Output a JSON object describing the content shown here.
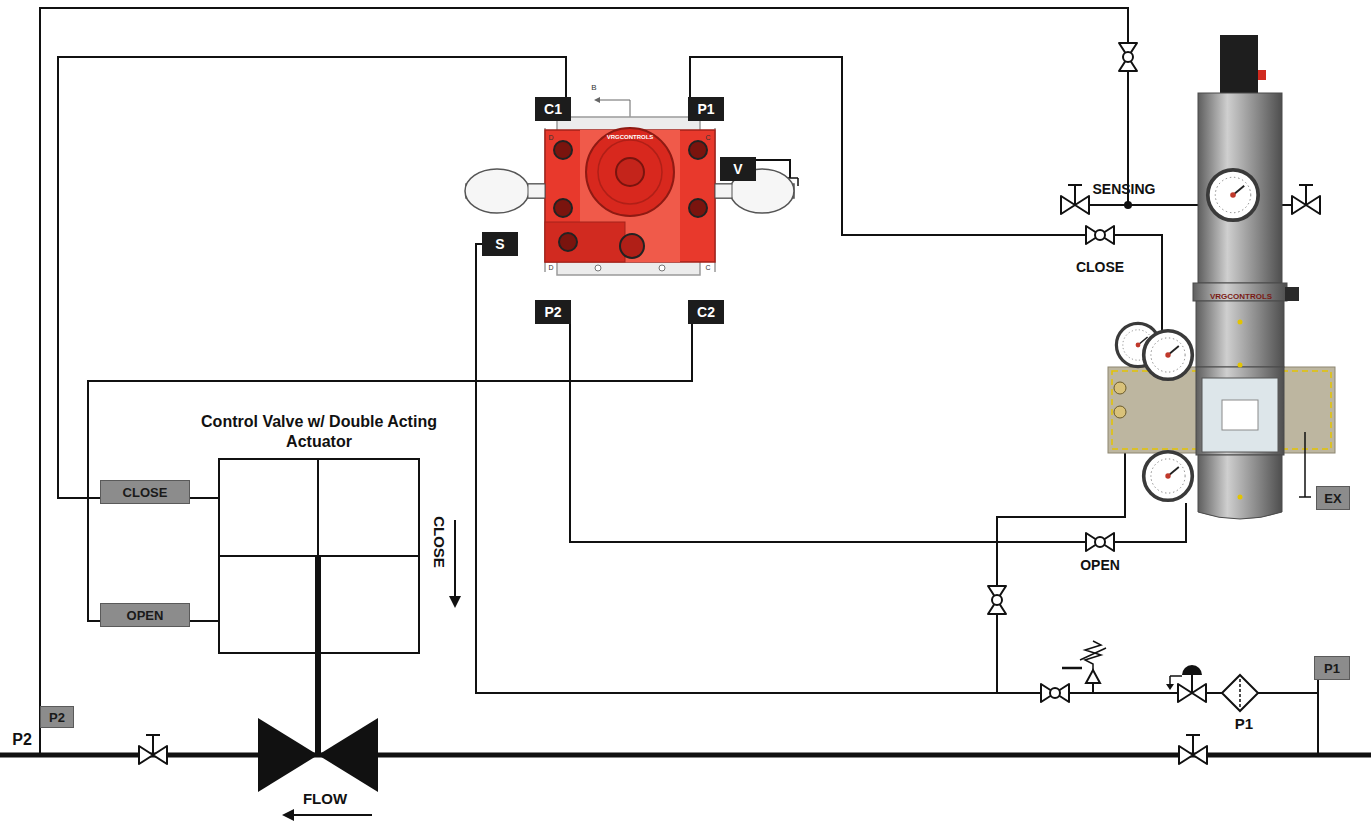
{
  "diagram": {
    "nodes": [
      {
        "text": [
          "C1"
        ]
      },
      {
        "text": [
          "P1"
        ]
      },
      {
        "text": [
          "V"
        ]
      },
      {
        "text": [
          "S"
        ]
      },
      {
        "text": [
          "P2"
        ]
      },
      {
        "text": [
          "C2"
        ]
      },
      {
        "text": [
          "EX"
        ]
      },
      {
        "text": [
          "Control Valve w/ Double Acting Actuator"
        ]
      },
      {
        "text": [
          "CLOSE"
        ]
      },
      {
        "text": [
          "OPEN"
        ]
      },
      {
        "text": [
          "P2"
        ]
      },
      {
        "text": [
          "P1"
        ]
      }
    ],
    "edges": [
      {
        "from": 0,
        "to": 8,
        "arrow": "none"
      },
      {
        "from": 5,
        "to": 9,
        "arrow": "none"
      },
      {
        "from": 11,
        "to": 3,
        "arrow": "none"
      }
    ],
    "labels": [
      "SENSING",
      "CLOSE",
      "OPEN",
      "CLOSE",
      "P2",
      "P1",
      "FLOW",
      "VRGCONTROLS",
      "VRGCONTROLS",
      "B",
      "D",
      "C",
      "D",
      "C"
    ]
  }
}
